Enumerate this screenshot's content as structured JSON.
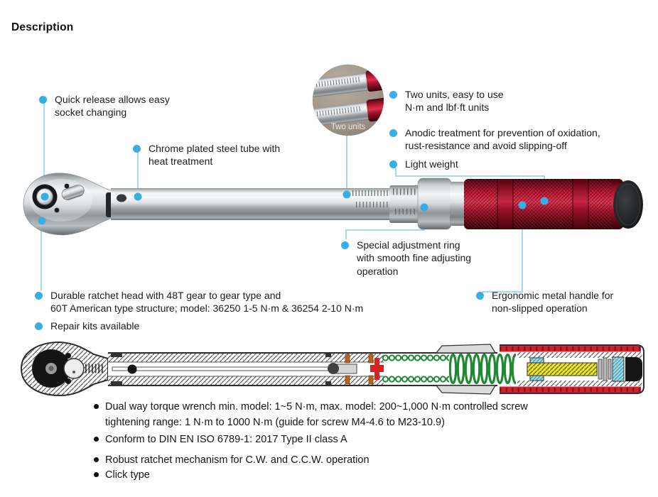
{
  "header": {
    "title": "Description"
  },
  "inset": {
    "label": "Two units"
  },
  "callouts": {
    "quick_release": "Quick release allows easy\nsocket changing",
    "chrome_tube": "Chrome plated steel tube with\nheat treatment",
    "two_units": "Two units, easy to use\nN·m and lbf·ft units",
    "anodic": "Anodic treatment for prevention of oxidation,\nrust-resistance and avoid slipping-off",
    "light_weight": "Light weight",
    "adjustment_ring": "Special adjustment ring\nwith smooth fine adjusting\noperation",
    "ergonomic_handle": "Ergonomic metal handle for\nnon-slipped operation",
    "ratchet_head": "Durable ratchet head with 48T gear to gear type and\n60T American type structure; model: 36250 1-5 N·m & 36254 2-10 N·m",
    "repair_kits": "Repair kits available"
  },
  "specs": [
    "Dual way torque wrench min. model: 1~5 N·m, max. model: 200~1,000 N·m controlled screw\ntightening range: 1 N·m to 1000 N·m (guide for screw M4-4.6 to M23-10.9)",
    "Conform to DIN EN ISO 6789-1: 2017 Type II class A",
    "Robust ratchet mechanism for C.W. and C.C.W. operation",
    "Click type"
  ],
  "colors": {
    "accent_dot": "#38aee4",
    "connector_line": "#a5daf3",
    "handle_red": "#b5122b",
    "spring_green": "#1e8a34",
    "screw_yellow": "#e9e23e",
    "cutaway_red": "#d3202d",
    "cutaway_cyan": "#99d9e6",
    "text": "#1c1c1e"
  }
}
